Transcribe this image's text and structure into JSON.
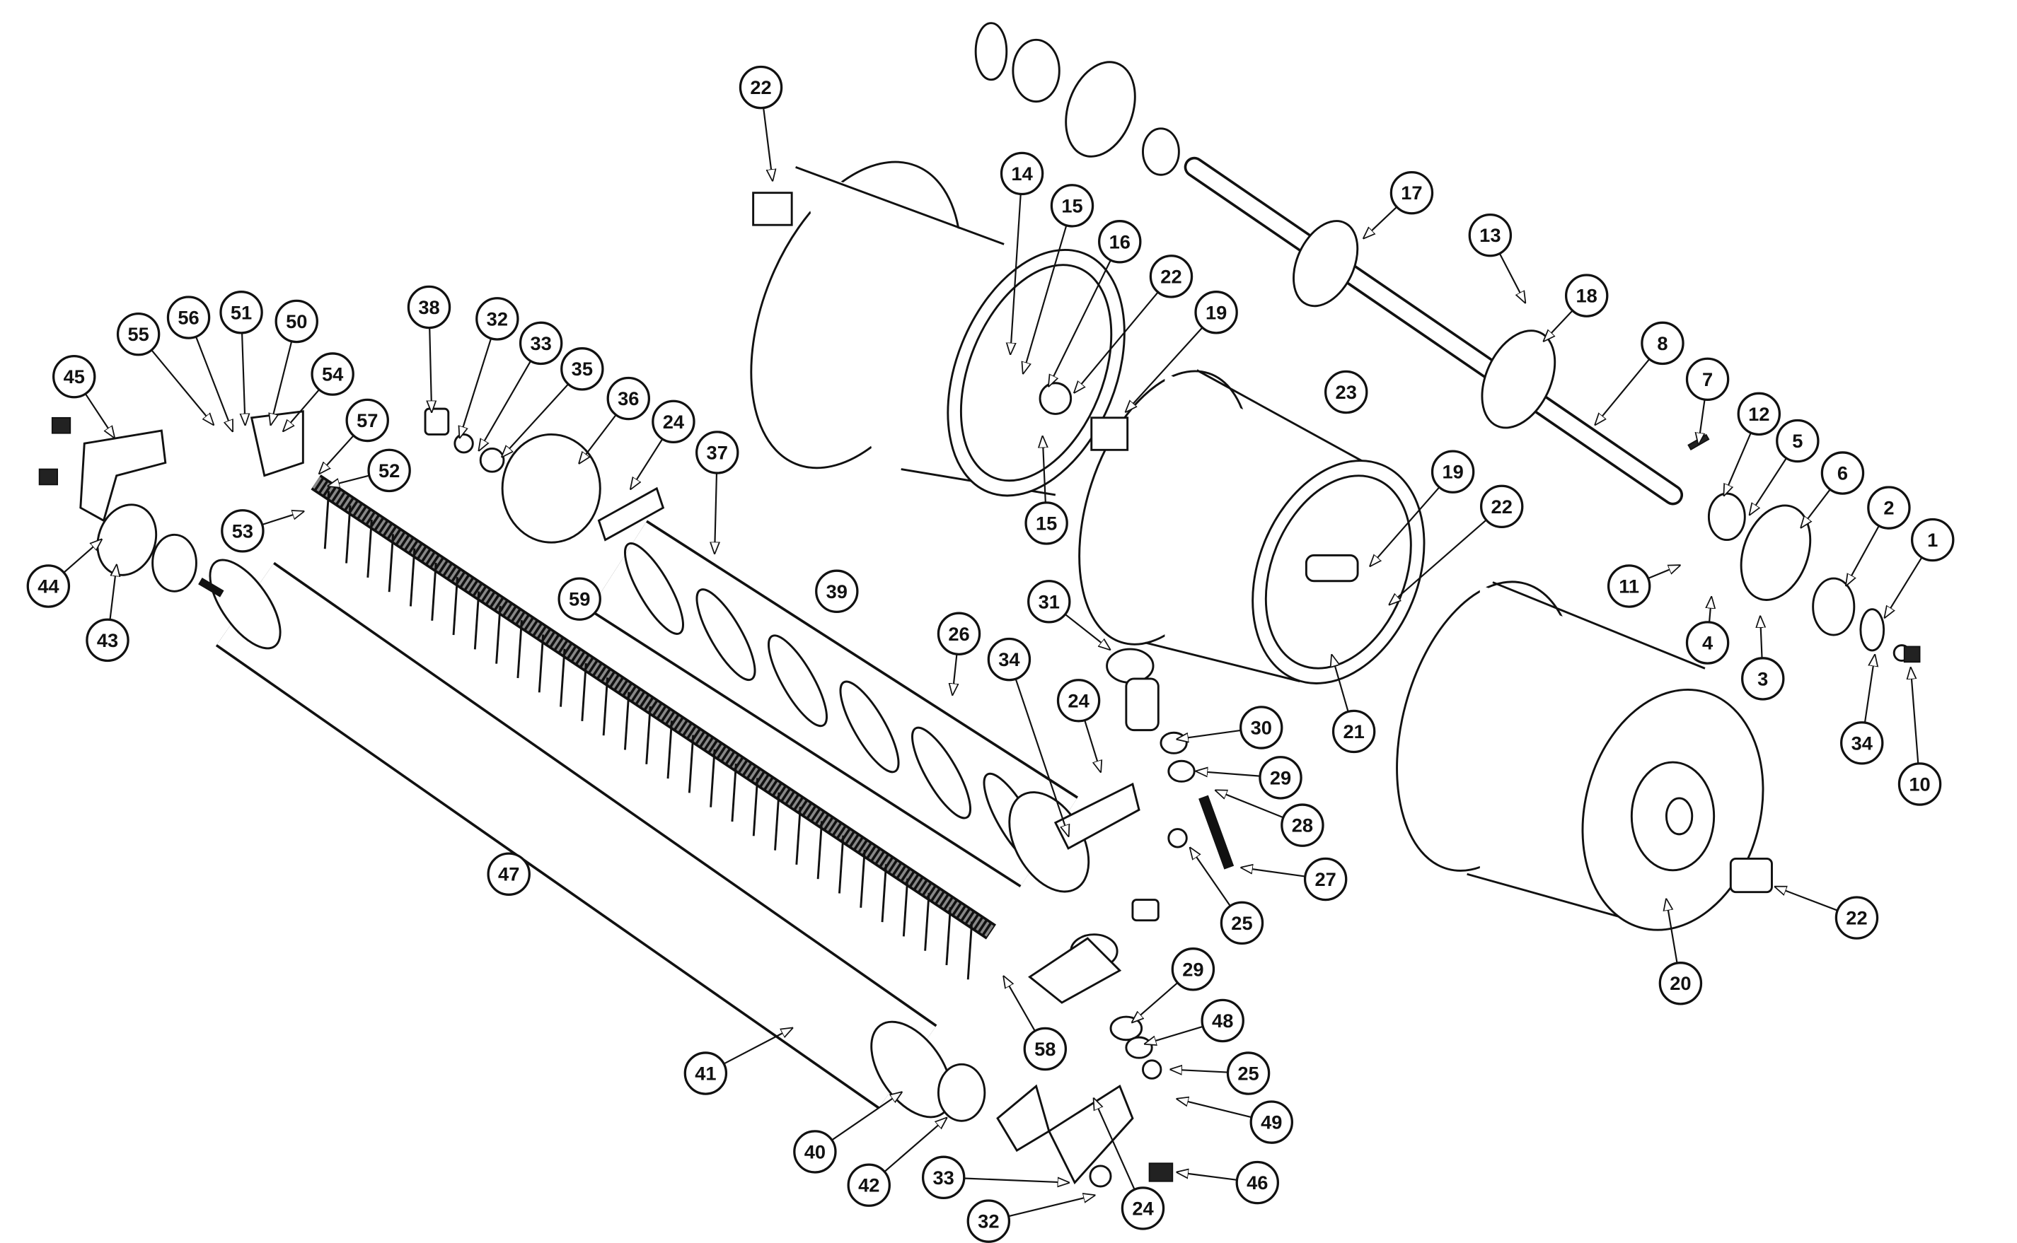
{
  "title": "Exploded parts diagram - roller assembly",
  "callouts": [
    "22",
    "14",
    "15",
    "16",
    "22",
    "19",
    "15",
    "17",
    "13",
    "18",
    "8",
    "23",
    "7",
    "12",
    "5",
    "6",
    "2",
    "1",
    "11",
    "4",
    "3",
    "34",
    "10",
    "19",
    "22",
    "21",
    "20",
    "22",
    "31",
    "30",
    "29",
    "28",
    "27",
    "25",
    "26",
    "34",
    "24",
    "39",
    "59",
    "37",
    "24",
    "36",
    "35",
    "33",
    "32",
    "38",
    "57",
    "52",
    "53",
    "54",
    "50",
    "51",
    "56",
    "55",
    "45",
    "44",
    "43",
    "47",
    "41",
    "40",
    "42",
    "58",
    "29",
    "48",
    "25",
    "49",
    "46",
    "24",
    "33",
    "32"
  ]
}
